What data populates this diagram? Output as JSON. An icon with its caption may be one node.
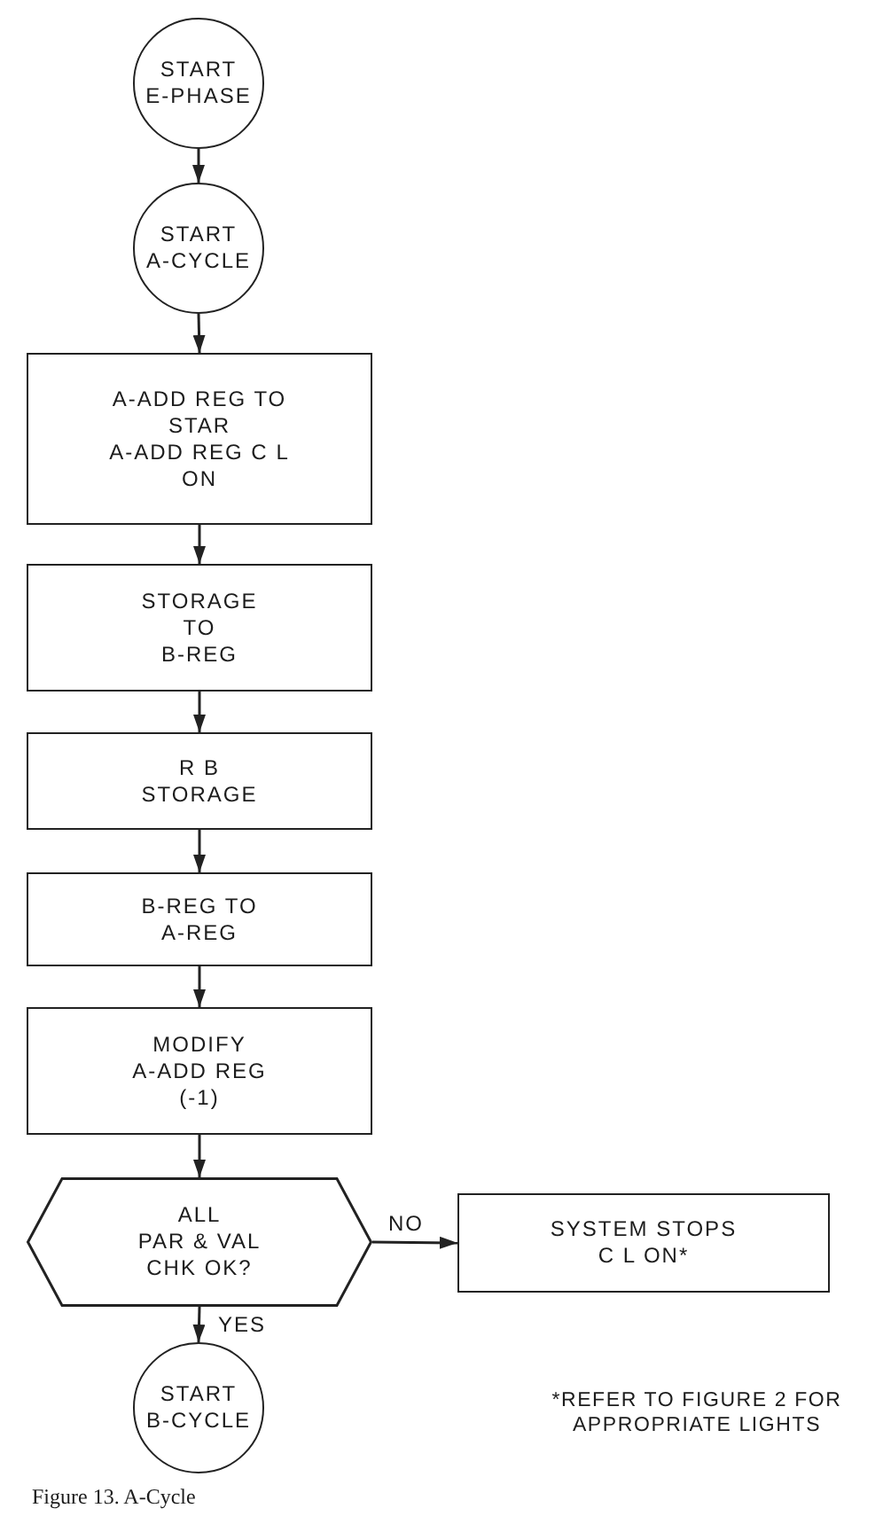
{
  "diagram": {
    "caption": "Figure 13. A-Cycle",
    "nodes": [
      {
        "text": [
          "START E-PHASE"
        ]
      },
      {
        "text": [
          "START A-CYCLE"
        ]
      },
      {
        "text": [
          "A-ADD REG TO STAR",
          "A-ADD REG C L ON"
        ]
      },
      {
        "text": [
          "STORAGE TO B-REG"
        ]
      },
      {
        "text": [
          "R B STORAGE"
        ]
      },
      {
        "text": [
          "B-REG TO A-REG"
        ]
      },
      {
        "text": [
          "MODIFY A-ADD REG (-1)"
        ]
      },
      {
        "text": [
          "ALL PAR & VAL CHK OK?"
        ]
      },
      {
        "text": [
          "SYSTEM STOPS C L ON*"
        ]
      },
      {
        "text": [
          "START B-CYCLE"
        ]
      }
    ],
    "edges": [
      {
        "from": 0,
        "to": 1,
        "arrow": "to"
      },
      {
        "from": 1,
        "to": 2,
        "arrow": "to"
      },
      {
        "from": 2,
        "to": 3,
        "arrow": "to"
      },
      {
        "from": 3,
        "to": 4,
        "arrow": "to"
      },
      {
        "from": 4,
        "to": 5,
        "arrow": "to"
      },
      {
        "from": 5,
        "to": 6,
        "arrow": "to"
      },
      {
        "from": 6,
        "to": 7,
        "arrow": "to"
      },
      {
        "from": 7,
        "to": 8,
        "arrow": "to",
        "label": "NO"
      },
      {
        "from": 7,
        "to": 9,
        "arrow": "to",
        "label": "YES"
      }
    ],
    "labels": [
      "*REFER TO FIGURE 2 FOR APPROPRIATE LIGHTS"
    ]
  }
}
